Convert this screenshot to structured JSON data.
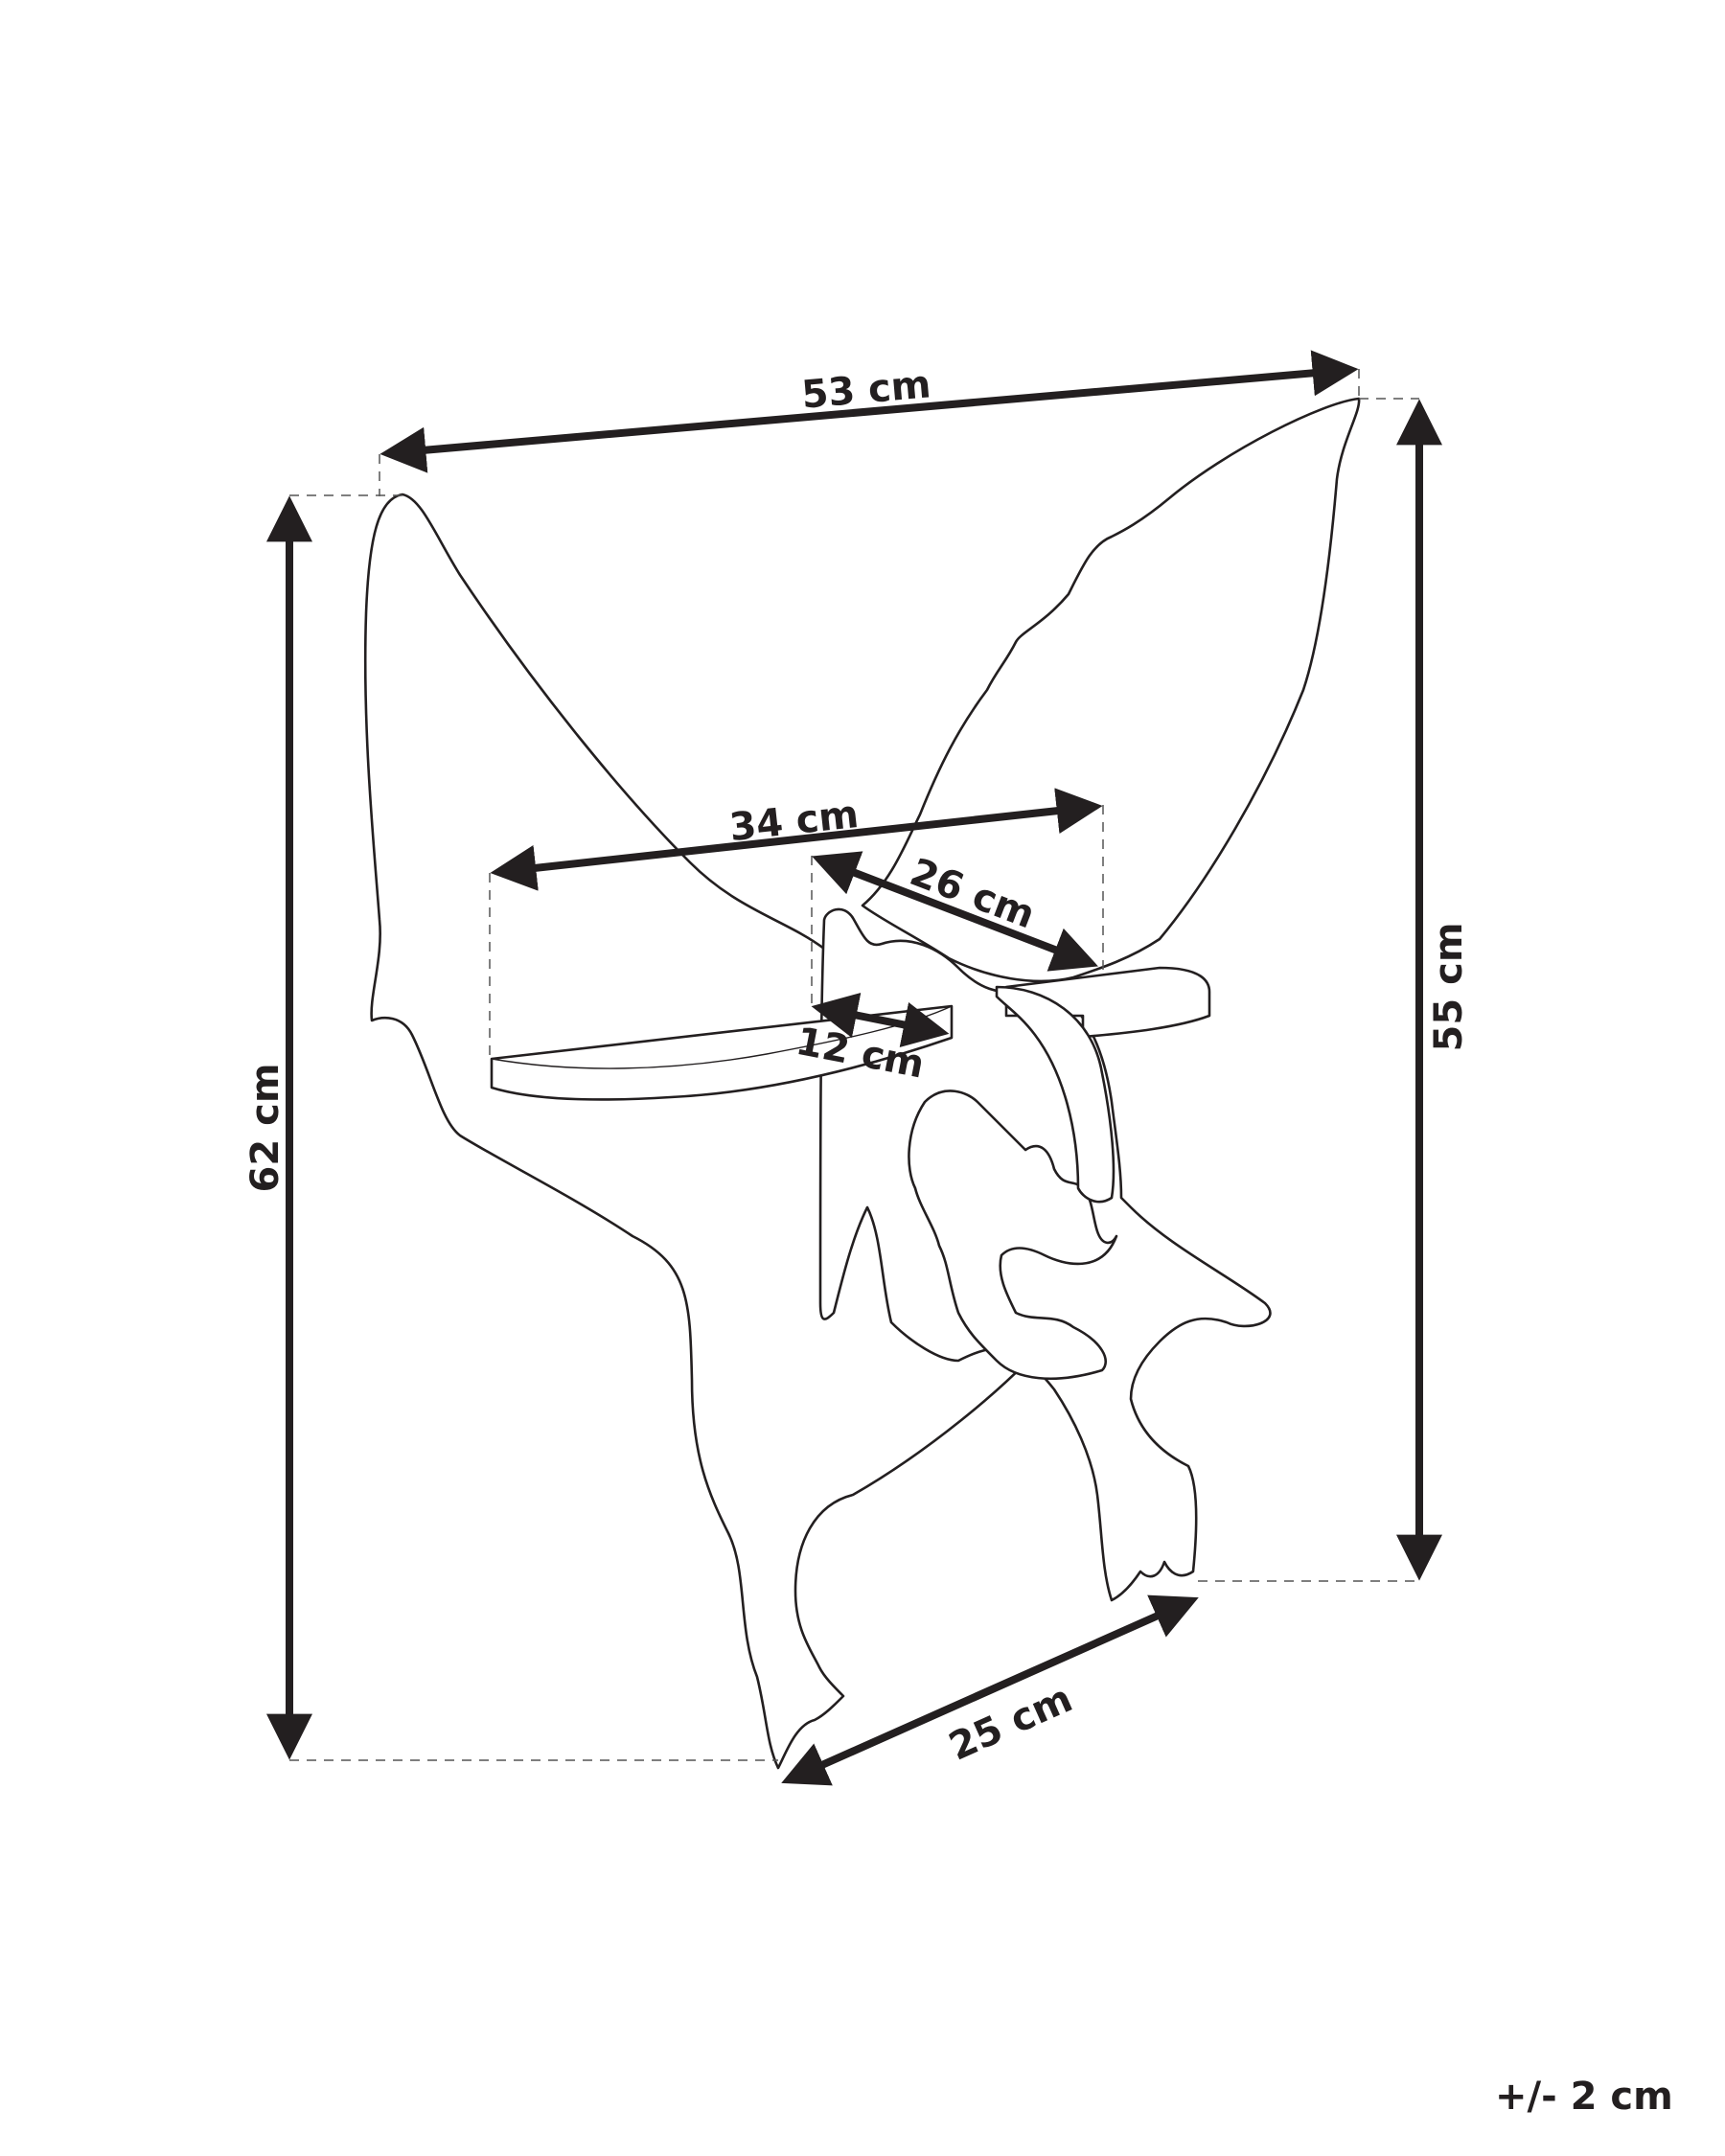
{
  "diagram": {
    "subject": "butterfly/fairy-shaped wall shelf with two shelves",
    "colors": {
      "line": "#231f20",
      "background": "#ffffff",
      "guide": "#555555"
    },
    "dimensions": {
      "width_total": "53 cm",
      "height_left": "62 cm",
      "height_right": "55 cm",
      "shelf_width": "34 cm",
      "shelf_depth_upper": "26 cm",
      "shelf_depth_lower": "12 cm",
      "base_depth": "25 cm"
    },
    "tolerance": "+/- 2 cm"
  }
}
